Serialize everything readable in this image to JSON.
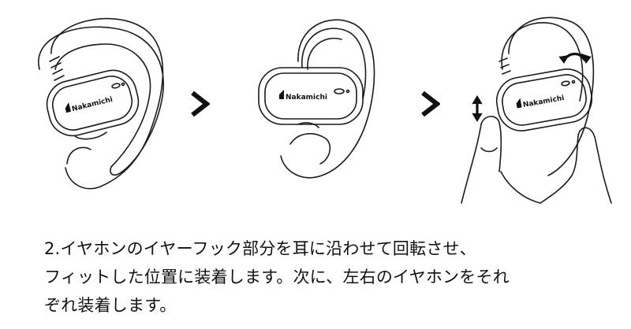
{
  "product": {
    "brand": "Nakamichi"
  },
  "instructions": {
    "line1": "2.イヤホンのイヤーフック部分を耳に沿わせて回転させ、",
    "line2": "フィットした位置に装着します。次に、左右のイヤホンをそれ",
    "line3": "ぞれ装着します。"
  }
}
